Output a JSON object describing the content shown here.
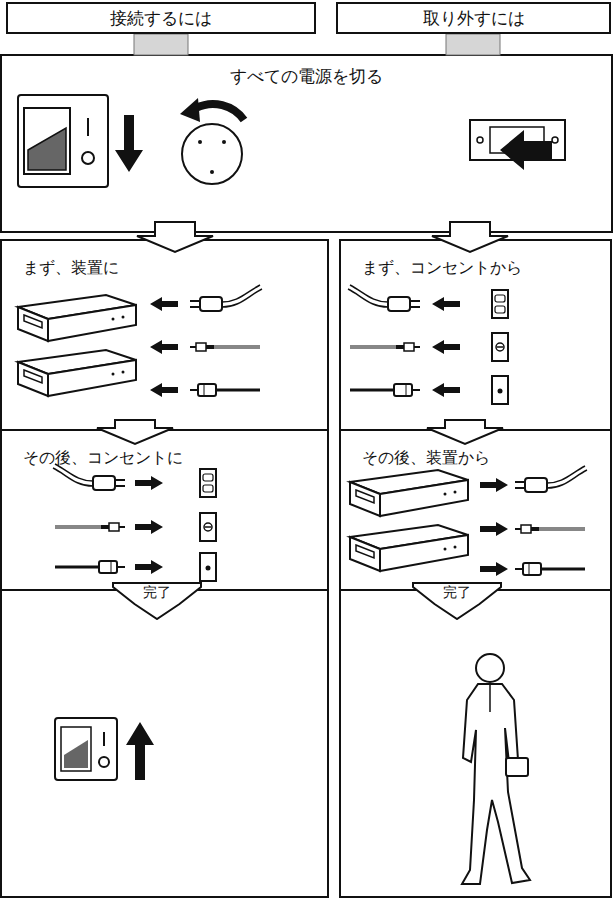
{
  "diagram": {
    "nodes": [
      {
        "text": [
          "接続するには"
        ]
      },
      {
        "text": [
          "取り外すには"
        ]
      },
      {
        "text": [
          "すべての電源を切る"
        ]
      },
      {
        "text": [
          "まず、装置に"
        ]
      },
      {
        "text": [
          "その後、コンセントに"
        ]
      },
      {
        "text": [
          "完了"
        ]
      },
      {
        "text": [
          "まず、コンセントから"
        ]
      },
      {
        "text": [
          "その後、装置から"
        ]
      },
      {
        "text": [
          "完了"
        ]
      }
    ],
    "edges": [
      {
        "from": 0,
        "to": 2,
        "arrow": "none"
      },
      {
        "from": 1,
        "to": 2,
        "arrow": "none"
      },
      {
        "from": 2,
        "to": 3,
        "arrow": "to"
      },
      {
        "from": 2,
        "to": 6,
        "arrow": "to"
      },
      {
        "from": 3,
        "to": 4,
        "arrow": "to"
      },
      {
        "from": 6,
        "to": 7,
        "arrow": "to"
      }
    ]
  }
}
